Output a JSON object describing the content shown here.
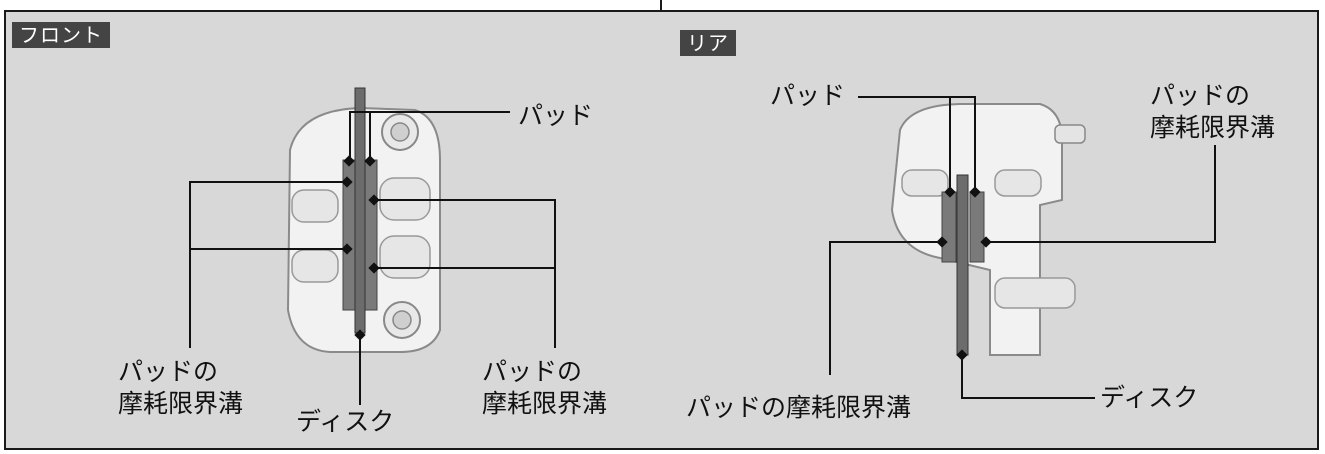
{
  "front": {
    "tag": "フロント",
    "pad_label": "パッド",
    "left_groove_label_line1": "パッドの",
    "left_groove_label_line2": "摩耗限界溝",
    "right_groove_label_line1": "パッドの",
    "right_groove_label_line2": "摩耗限界溝",
    "disc_label": "ディスク"
  },
  "rear": {
    "tag": "リア",
    "pad_label": "パッド",
    "groove_top_label_line1": "パッドの",
    "groove_top_label_line2": "摩耗限界溝",
    "groove_bottom_label": "パッドの摩耗限界溝",
    "disc_label": "ディスク"
  }
}
